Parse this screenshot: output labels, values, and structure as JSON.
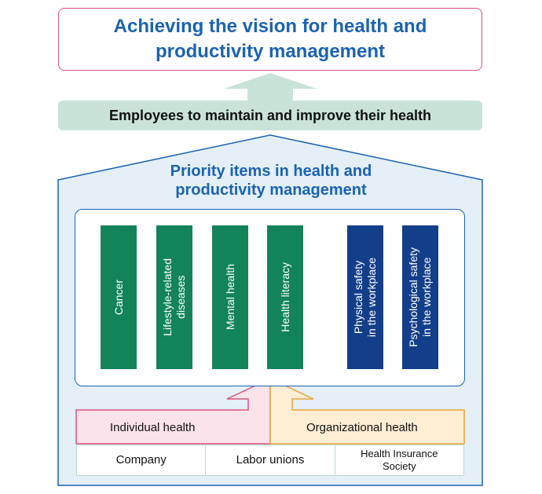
{
  "vision": {
    "line1": "Achieving the vision for health and",
    "line2": "productivity management"
  },
  "employees": {
    "label": "Employees to maintain and improve their health"
  },
  "priority": {
    "line1": "Priority items in health and",
    "line2": "productivity management"
  },
  "pillars": [
    {
      "label": "Cancer",
      "color": "#13845a"
    },
    {
      "label1": "Lifestyle-related",
      "label2": "diseases",
      "color": "#13845a"
    },
    {
      "label": "Mental health",
      "color": "#13845a"
    },
    {
      "label": "Health literacy",
      "color": "#13845a"
    },
    {
      "label1": "Physical safety",
      "label2": "in the workplace",
      "color": "#133f8a"
    },
    {
      "label1": "Psychological safety",
      "label2": "in the workplace",
      "color": "#133f8a"
    }
  ],
  "bottom": {
    "individual": "Individual health",
    "organizational": "Organizational health",
    "stakeholders": [
      {
        "label": "Company"
      },
      {
        "label": "Labor unions"
      },
      {
        "label1": "Health Insurance",
        "label2": "Society"
      }
    ]
  },
  "colors": {
    "blue": "#1b63b2",
    "pink_border": "#d9547a",
    "mint": "#c9e3d8",
    "house_fill": "#e4eff8",
    "pink_fill": "#fbe3ec",
    "orange_fill": "#fdeed4",
    "orange_border": "#e8a33a"
  }
}
